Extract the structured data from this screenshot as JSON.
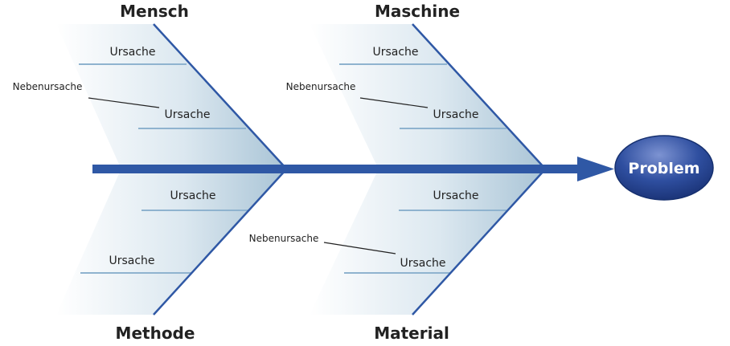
{
  "colors": {
    "spine": "#2f58a5",
    "rib": "#2f58a5",
    "cause_line": "#8fb3cf",
    "sub_line": "#222222",
    "problem_fill": "#1f3f8a",
    "problem_highlight": "#6f86c8",
    "problem_text": "#ffffff"
  },
  "problem": {
    "label": "Problem"
  },
  "categories": {
    "mensch": "Mensch",
    "maschine": "Maschine",
    "methode": "Methode",
    "material": "Material"
  },
  "causes": {
    "mensch_1": "Ursache",
    "mensch_2": "Ursache",
    "maschine_1": "Ursache",
    "maschine_2": "Ursache",
    "methode_1": "Ursache",
    "methode_2": "Ursache",
    "material_1": "Ursache",
    "material_2": "Ursache"
  },
  "subcauses": {
    "mensch": "Nebenursache",
    "maschine": "Nebenursache",
    "material": "Nebenursache"
  }
}
